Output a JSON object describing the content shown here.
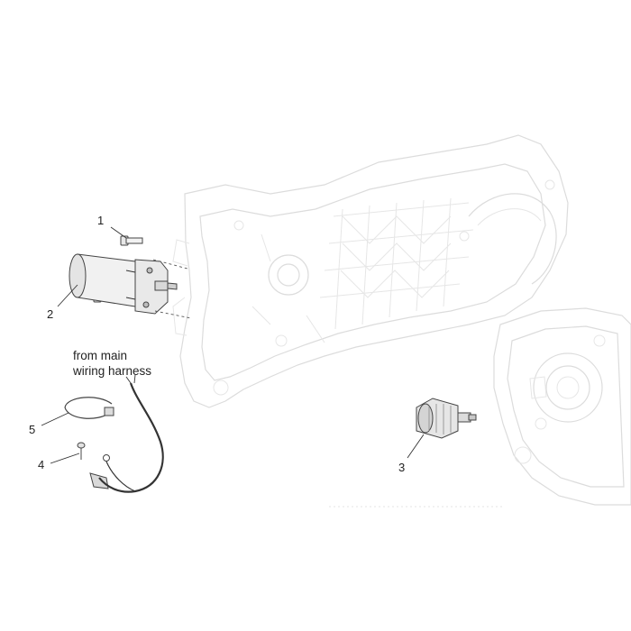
{
  "callouts": [
    {
      "id": "1",
      "text": "1"
    },
    {
      "id": "2",
      "text": "2"
    },
    {
      "id": "3",
      "text": "3"
    },
    {
      "id": "4",
      "text": "4"
    },
    {
      "id": "5",
      "text": "5"
    }
  ],
  "note": {
    "line1": "from main",
    "line2": "wiring harness"
  },
  "colors": {
    "ghost_outline": "#dcdcdc",
    "part_fill": "#f4f4f4",
    "part_stroke": "#444444",
    "text": "#222222"
  }
}
